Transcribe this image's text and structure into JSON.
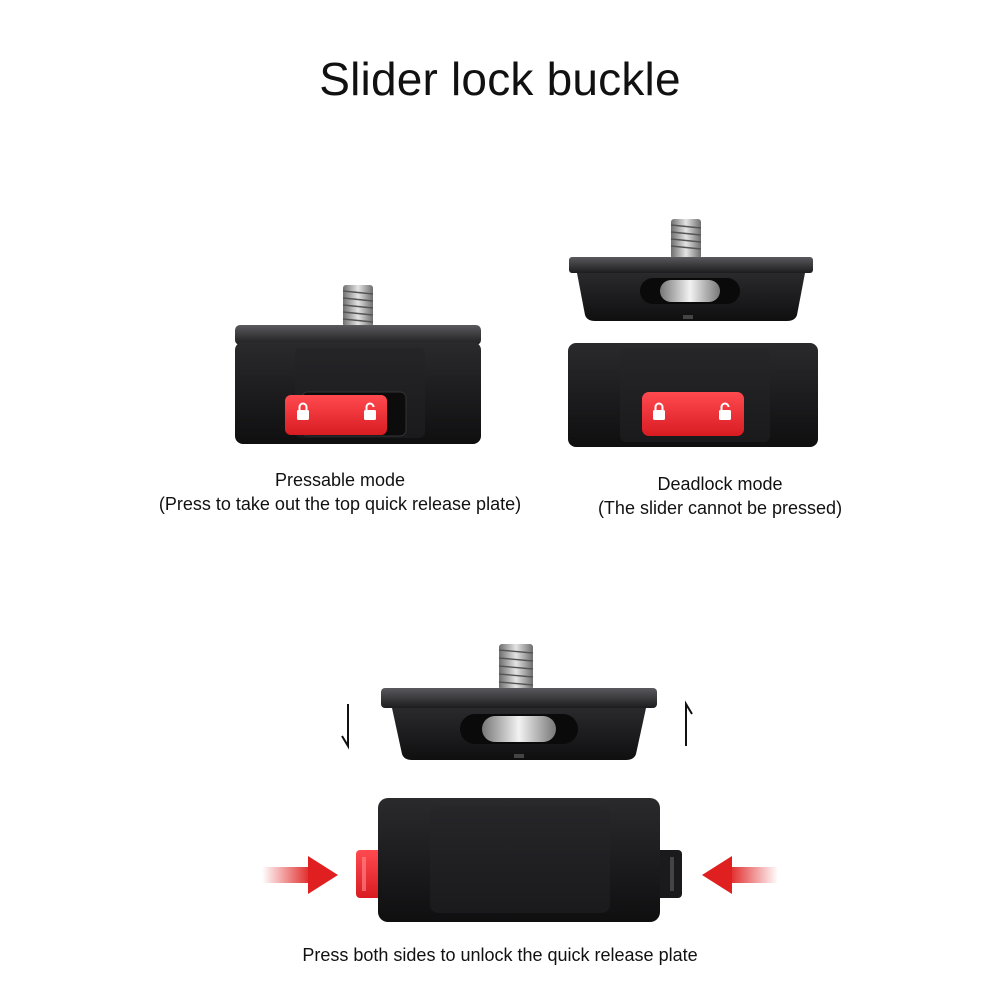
{
  "title": "Slider lock buckle",
  "pressable": {
    "mode": "Pressable mode",
    "note": "(Press to take out the top quick release plate)"
  },
  "deadlock": {
    "mode": "Deadlock mode",
    "note": "(The slider cannot be pressed)"
  },
  "bottom": {
    "caption": "Press both sides to unlock the quick release plate"
  },
  "colors": {
    "body": "#1b1b1d",
    "slider_red": "#e8262c",
    "arrow_red": "#e02020",
    "thread": "#b8b8b8"
  },
  "icons": [
    "lock-icon",
    "unlock-icon",
    "press-arrow-icon",
    "up-down-arrow-icon"
  ]
}
